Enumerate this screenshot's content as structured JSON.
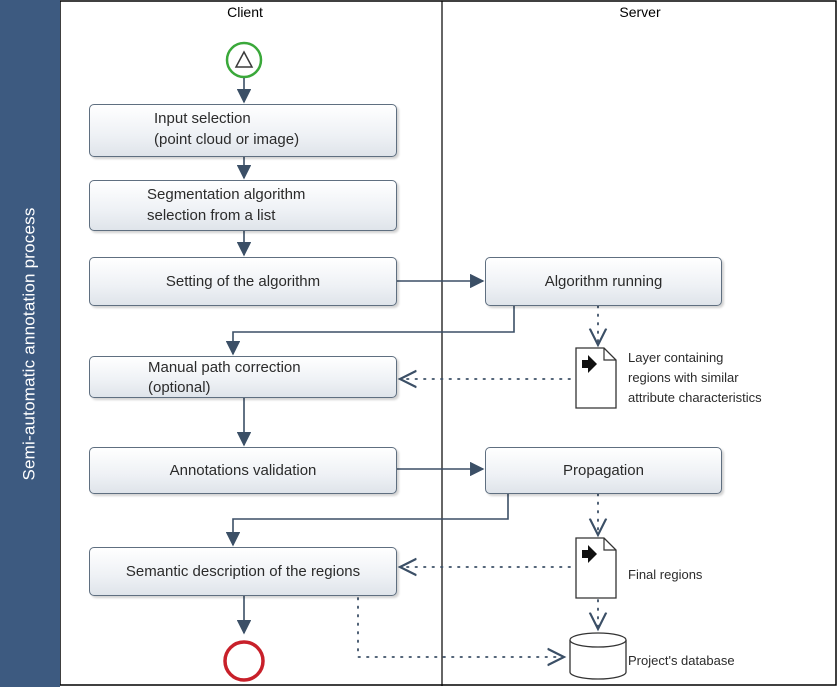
{
  "pool": {
    "label": "Semi-automatic annotation process"
  },
  "lanes": {
    "client": "Client",
    "server": "Server"
  },
  "tasks": {
    "input_selection": [
      "Input selection",
      "(point cloud or image)"
    ],
    "segmentation_selection": [
      "Segmentation algorithm",
      "selection from a list"
    ],
    "setting_algorithm": "Setting of the algorithm",
    "algorithm_running": "Algorithm running",
    "manual_correction": [
      "Manual path correction",
      "(optional)"
    ],
    "annotations_validation": "Annotations validation",
    "propagation": "Propagation",
    "semantic_description": "Semantic description of the regions"
  },
  "data_objects": {
    "layer": [
      "Layer containing",
      "regions with similar",
      "attribute characteristics"
    ],
    "final_regions": "Final regions",
    "database": "Project's database"
  },
  "colors": {
    "pool_bar": "#3d5a80",
    "flow": "#3b4f66",
    "start_event": "#3aa83a",
    "end_event": "#c8202a",
    "task_border": "#5f6f80"
  }
}
